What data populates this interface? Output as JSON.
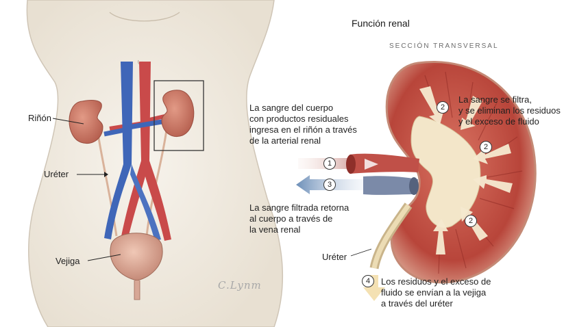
{
  "title": "Función renal",
  "subtitle": "SECCIÓN TRANSVERSAL",
  "body_labels": {
    "kidney": "Riñón",
    "ureter": "Uréter",
    "bladder": "Vejiga"
  },
  "section_labels": {
    "ureter": "Uréter"
  },
  "step1": {
    "number": "1",
    "lines": [
      "La sangre del cuerpo",
      "con productos residuales",
      "ingresa en el riñón a través",
      "de la arterial renal"
    ]
  },
  "step2": {
    "number": "2",
    "lines": [
      "La sangre se filtra,",
      "y se eliminan los residuos",
      "y el exceso de fluido"
    ]
  },
  "step3": {
    "number": "3",
    "lines": [
      "La sangre filtrada retorna",
      "al cuerpo a través de",
      "la vena renal"
    ]
  },
  "step4": {
    "number": "4",
    "lines": [
      "Los residuos y el exceso de",
      "fluido se envían a la vejiga",
      "a través del uréter"
    ]
  },
  "signature": "C.Lynm",
  "colors": {
    "artery": "#c94a4a",
    "vein": "#3f66b8",
    "kidney": "#c97a68",
    "cortex": "#b7443a",
    "pelvis": "#f3e6c9",
    "skin": "#f2ece2"
  }
}
